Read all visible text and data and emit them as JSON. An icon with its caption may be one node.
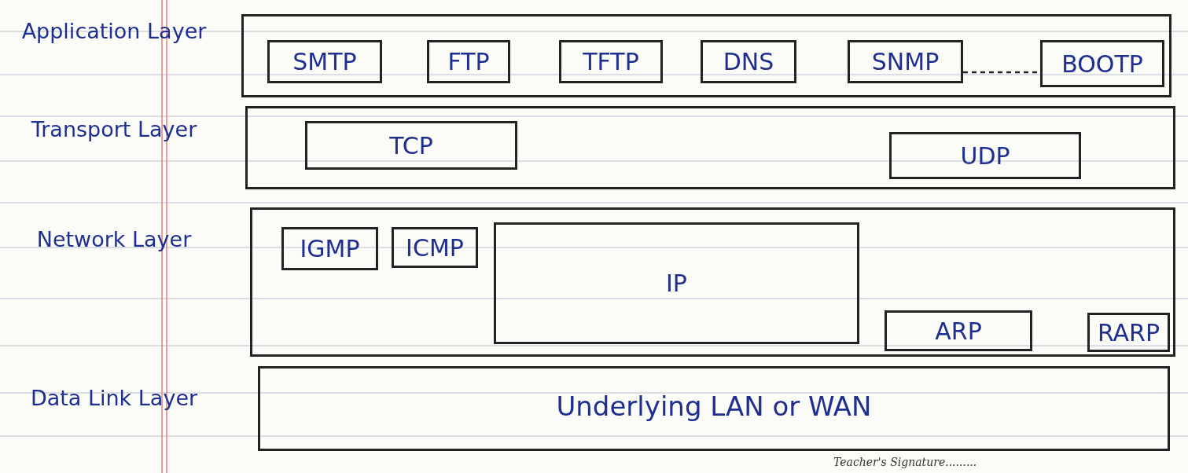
{
  "diagram": {
    "nodes": [
      {
        "text": [
          "Application Layer"
        ]
      },
      {
        "text": [
          "SMTP"
        ],
        "in": 0
      },
      {
        "text": [
          "FTP"
        ],
        "in": 0
      },
      {
        "text": [
          "TFTP"
        ],
        "in": 0
      },
      {
        "text": [
          "DNS"
        ],
        "in": 0
      },
      {
        "text": [
          "SNMP"
        ],
        "in": 0
      },
      {
        "text": [
          "BOOTP"
        ],
        "in": 0
      },
      {
        "text": [
          "Transport Layer"
        ]
      },
      {
        "text": [
          "TCP"
        ],
        "in": 7
      },
      {
        "text": [
          "UDP"
        ],
        "in": 7
      },
      {
        "text": [
          "Network Layer"
        ]
      },
      {
        "text": [
          "IGMP"
        ],
        "in": 10
      },
      {
        "text": [
          "ICMP"
        ],
        "in": 10
      },
      {
        "text": [
          "IP"
        ],
        "in": 10
      },
      {
        "text": [
          "ARP"
        ],
        "in": 10
      },
      {
        "text": [
          "RARP"
        ],
        "in": 10
      },
      {
        "text": [
          "Data Link Layer",
          "Underlying LAN or WAN"
        ]
      }
    ],
    "edges": [
      {
        "from": 5,
        "to": 6,
        "arrow": "none",
        "style": "dashed"
      }
    ],
    "labels": [
      "Teacher's Signature........."
    ]
  }
}
